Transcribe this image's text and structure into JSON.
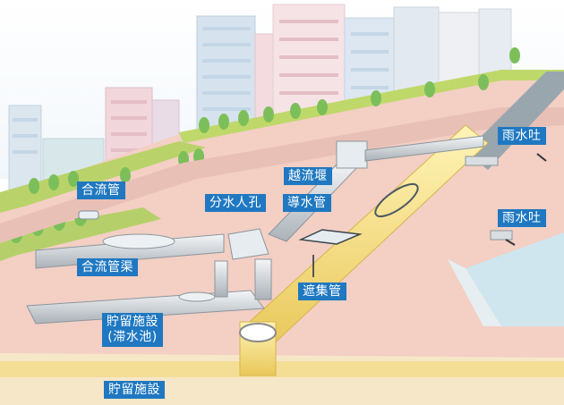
{
  "labels": {
    "combined_sewer": "合流管",
    "combined_culvert": "合流管渠",
    "storage_facility_tank_line1": "貯留施設",
    "storage_facility_tank_line2": "(滞水池)",
    "storage_facility": "貯留施設",
    "overflow_weir": "越流堰",
    "diversion_manhole": "分水人孔",
    "conduit_pipe": "導水管",
    "interceptor_pipe": "遮集管",
    "stormwater_outfall_1": "雨水吐",
    "stormwater_outfall_2": "雨水吐"
  },
  "colors": {
    "label_bg": "#1f78c1",
    "ground": "#f3cfc4",
    "river": "#cfe6ee",
    "pipe_yellow": "#f6e08a",
    "pipe_gray": "#d9dee2"
  }
}
